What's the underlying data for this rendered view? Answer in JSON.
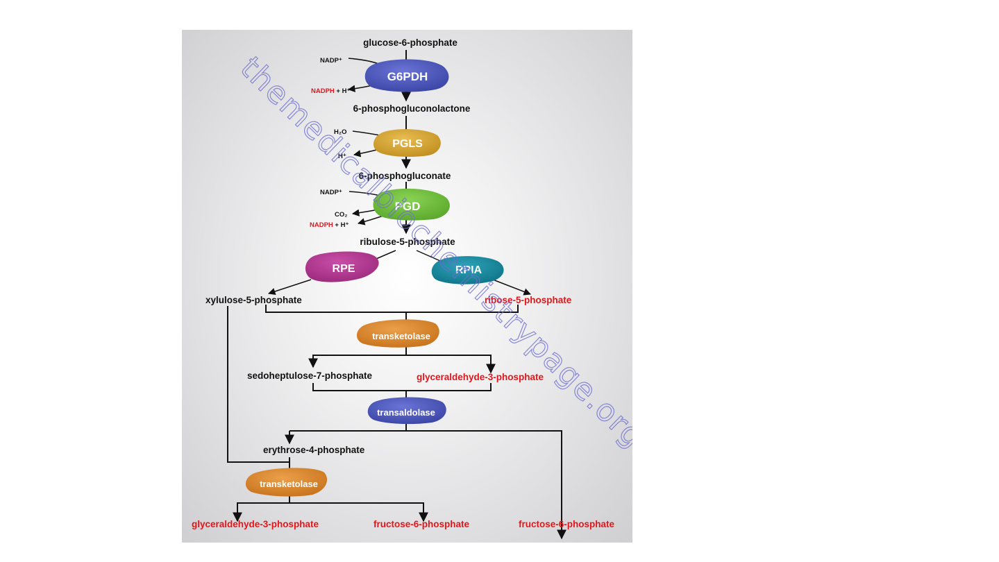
{
  "metabolites": {
    "g6p": "glucose-6-phosphate",
    "pglactone": "6-phosphogluconolactone",
    "pgluconate": "6-phosphogluconate",
    "ru5p": "ribulose-5-phosphate",
    "xu5p": "xylulose-5-phosphate",
    "r5p": "ribose-5-phosphate",
    "s7p": "sedoheptulose-7-phosphate",
    "g3p_a": "glyceraldehyde-3-phosphate",
    "e4p": "erythrose-4-phosphate",
    "g3p_b": "glyceraldehyde-3-phosphate",
    "f6p_a": "fructose-6-phosphate",
    "f6p_b": "fructose-6-phosphate"
  },
  "enzymes": {
    "g6pdh": "G6PDH",
    "pgls": "PGLS",
    "pgd": "PGD",
    "rpe": "RPE",
    "rpia": "RPIA",
    "tk1": "transketolase",
    "ta": "transaldolase",
    "tk2": "transketolase"
  },
  "cofactors": {
    "nadp1": "NADP⁺",
    "nadph1": "NADPH",
    "h1": " + H⁺",
    "h2o": "H₂O",
    "hplus": "H⁺",
    "nadp2": "NADP⁺",
    "co2": "CO₂",
    "nadph2": "NADPH",
    "h2": " + H⁺"
  },
  "watermark": "themedicalbiochemistrypage.org",
  "colors": {
    "g6pdh": "#4a55b8",
    "pgls": "#d4a02c",
    "pgd": "#6ebd3a",
    "rpe": "#b0368f",
    "rpia": "#16889e",
    "transketolase": "#d98329",
    "transaldolase": "#3f4fae",
    "highlight_text": "#e3151a"
  }
}
